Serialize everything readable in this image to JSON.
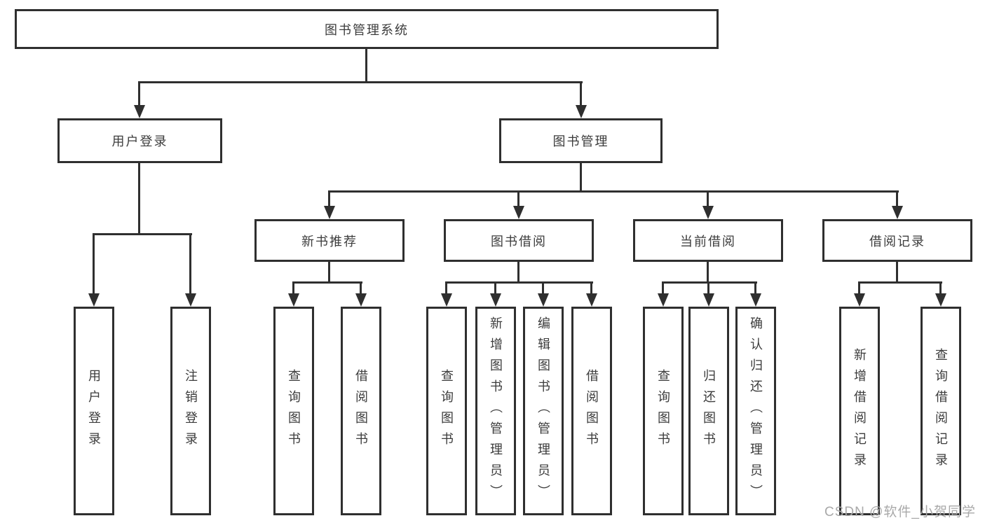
{
  "tree": {
    "root": {
      "label": "图书管理系统",
      "children": [
        {
          "label": "用户登录",
          "children": [
            {
              "label": "用户登录"
            },
            {
              "label": "注销登录"
            }
          ]
        },
        {
          "label": "图书管理",
          "children": [
            {
              "label": "新书推荐",
              "children": [
                {
                  "label": "查询图书"
                },
                {
                  "label": "借阅图书"
                }
              ]
            },
            {
              "label": "图书借阅",
              "children": [
                {
                  "label": "查询图书"
                },
                {
                  "label": "新增图书（管理员）"
                },
                {
                  "label": "编辑图书（管理员）"
                },
                {
                  "label": "借阅图书"
                }
              ]
            },
            {
              "label": "当前借阅",
              "children": [
                {
                  "label": "查询图书"
                },
                {
                  "label": "归还图书"
                },
                {
                  "label": "确认归还（管理员）"
                }
              ]
            },
            {
              "label": "借阅记录",
              "children": [
                {
                  "label": "新增借阅记录"
                },
                {
                  "label": "查询借阅记录"
                }
              ]
            }
          ]
        }
      ]
    }
  },
  "watermark": "CSDN @软件_小贺同学",
  "colors": {
    "line": "#2f2f2f",
    "text": "#3c3c3c",
    "watermark": "#a9a9a9",
    "background": "#ffffff"
  }
}
